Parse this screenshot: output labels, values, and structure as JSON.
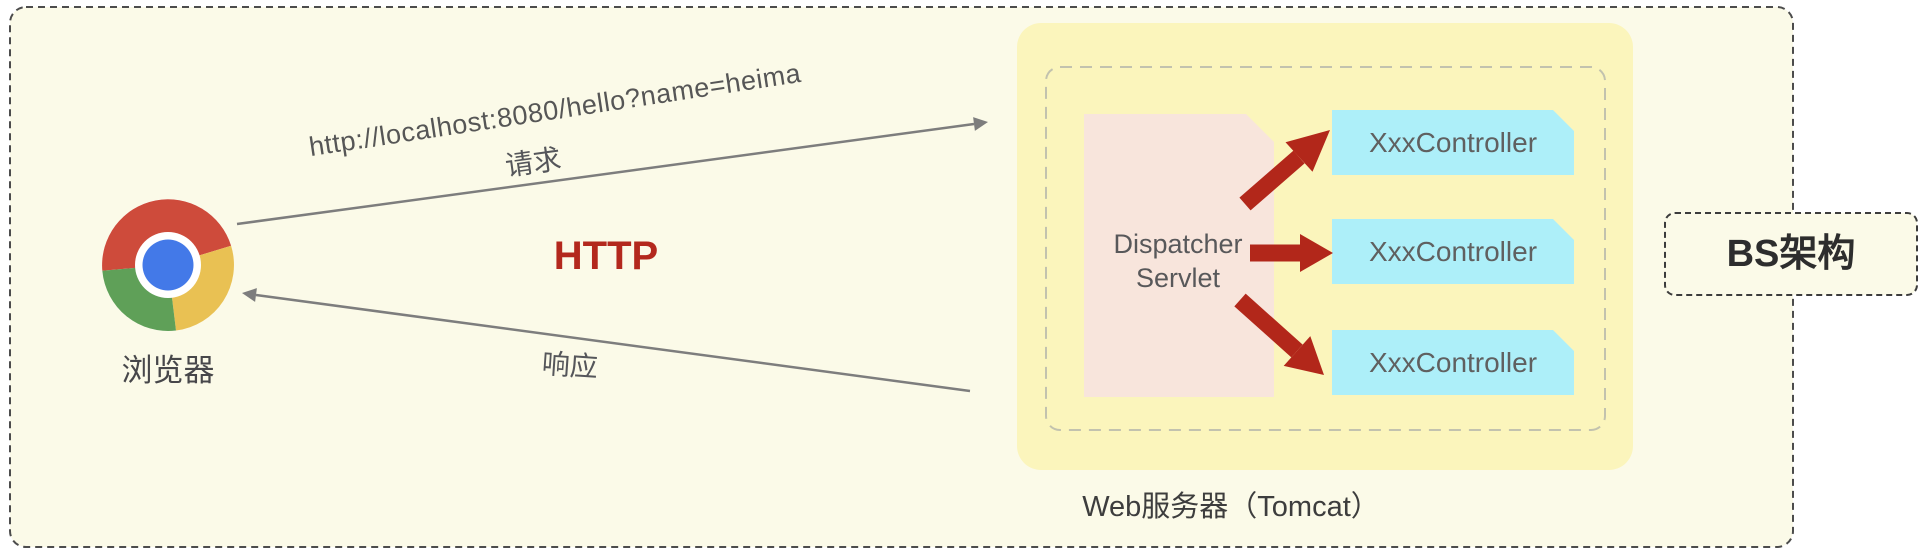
{
  "diagram": {
    "browser": {
      "label": "浏览器"
    },
    "request": {
      "url": "http://localhost:8080/hello?name=heima",
      "label": "请求"
    },
    "protocol": {
      "label": "HTTP"
    },
    "response": {
      "label": "响应"
    },
    "server": {
      "dispatcher": {
        "line1": "Dispatcher",
        "line2": "Servlet"
      },
      "controllers": [
        {
          "label": "XxxController"
        },
        {
          "label": "XxxController"
        },
        {
          "label": "XxxController"
        }
      ],
      "caption": "Web服务器（Tomcat）"
    },
    "architecture": {
      "label": "BS架构"
    },
    "colors": {
      "canvas_background": "#FBFAE8",
      "server_box": "#FBF5BC",
      "dispatcher_box": "#F8E5DC",
      "controller_box": "#ADEFF9",
      "red_arrow": "#B2271A",
      "http_text": "#B3281D",
      "gray_arrow": "#7D7D7D",
      "chrome_red": "#CE4B3B",
      "chrome_green": "#5FA058",
      "chrome_yellow": "#E9C153",
      "chrome_blue": "#4379E8"
    }
  }
}
